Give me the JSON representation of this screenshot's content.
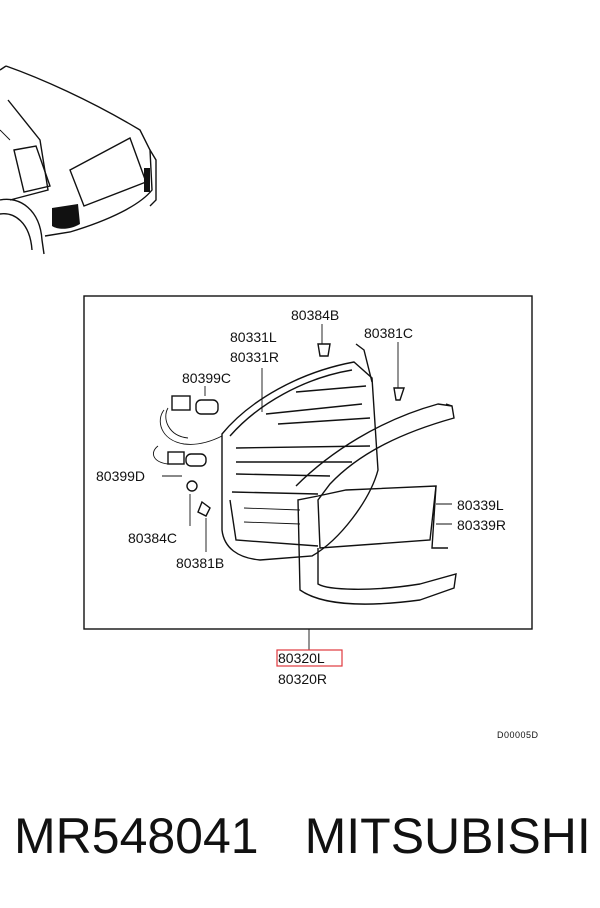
{
  "labels": {
    "p80384b": "80384B",
    "p80331l": "80331L",
    "p80331r": "80331R",
    "p80381c": "80381C",
    "p80399c": "80399C",
    "p80399d": "80399D",
    "p80384c": "80384C",
    "p80381b": "80381B",
    "p80339l": "80339L",
    "p80339r": "80339R",
    "p80320l": "80320L",
    "p80320r": "80320R"
  },
  "diagram_code": "D00005D",
  "footer": {
    "part_number": "MR548041",
    "brand": "MITSUBISHI"
  },
  "colors": {
    "highlight_box": "#e0383e",
    "line": "#111111"
  }
}
